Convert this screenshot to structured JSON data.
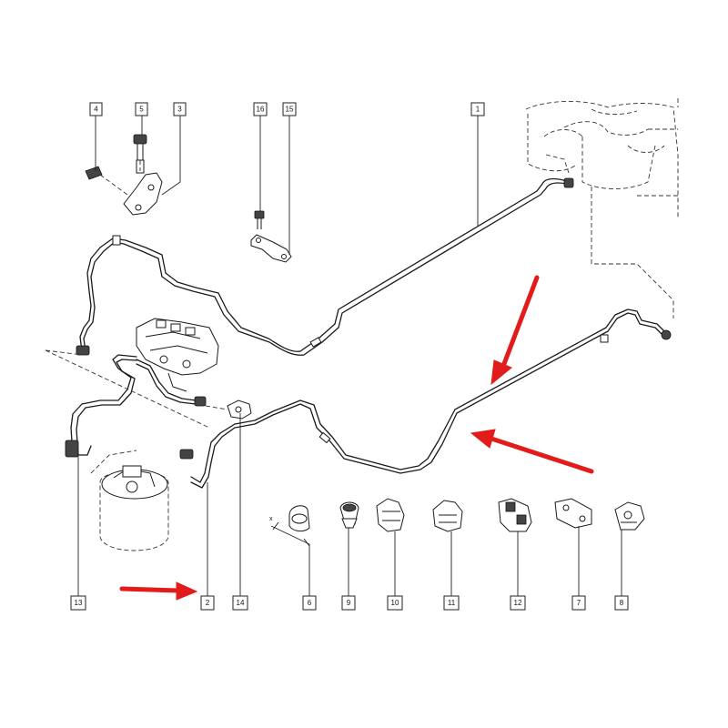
{
  "callouts": [
    {
      "label": "4"
    },
    {
      "label": "5"
    },
    {
      "label": "3"
    },
    {
      "label": "16"
    },
    {
      "label": "15"
    },
    {
      "label": "1"
    },
    {
      "label": "13"
    },
    {
      "label": "2"
    },
    {
      "label": "14"
    },
    {
      "label": "6"
    },
    {
      "label": "9"
    },
    {
      "label": "10"
    },
    {
      "label": "11"
    },
    {
      "label": "12"
    },
    {
      "label": "7"
    },
    {
      "label": "8"
    }
  ],
  "dimension_label": "x",
  "colors": {
    "arrow": "#e21b1b",
    "line": "#1a1a1a"
  }
}
